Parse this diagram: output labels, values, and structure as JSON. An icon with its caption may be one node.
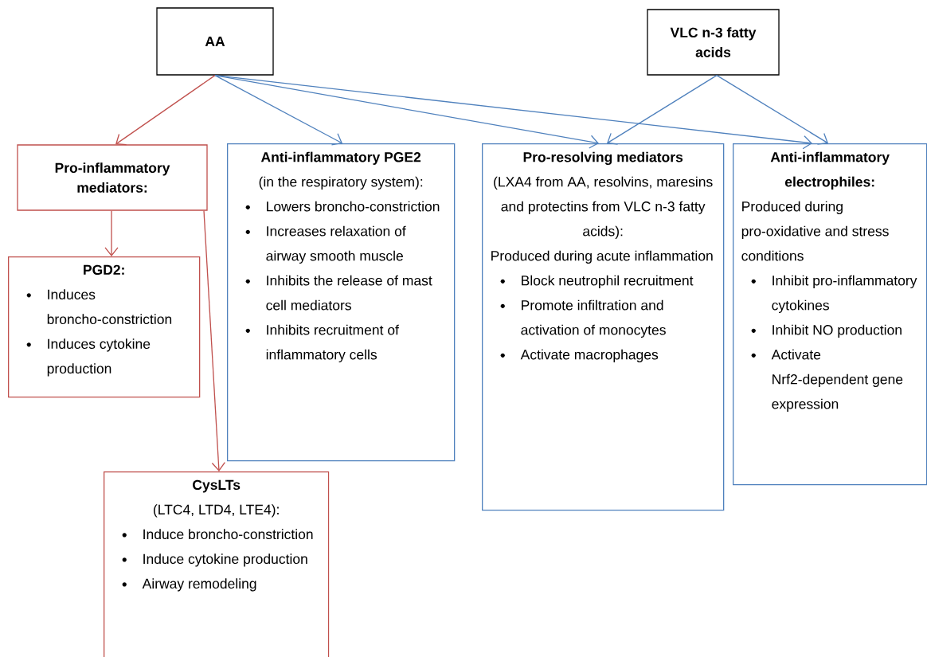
{
  "diagram": {
    "nodes": [
      {
        "text": [
          "AA"
        ]
      },
      {
        "text": [
          "VLC n-3 fatty acids"
        ]
      },
      {
        "text": [
          "Pro-inflammatory mediators:"
        ]
      },
      {
        "text": [
          "Anti-inflammatory PGE2",
          "(in the respiratory system):",
          "Lowers broncho-constriction",
          "Increases relaxation of airway smooth muscle",
          "Inhibits the release of mast cell mediators",
          "Inhibits recruitment of inflammatory cells"
        ]
      },
      {
        "text": [
          "Pro-resolving mediators",
          "(LXA4 from AA, resolvins, maresins and protectins from VLC n-3 fatty acids):",
          "Produced during acute inflammation",
          "Block neutrophil recruitment",
          "Promote infiltration and activation of monocytes",
          "Activate macrophages"
        ]
      },
      {
        "text": [
          "Anti-inflammatory electrophiles:",
          "Produced during pro-oxidative and stress conditions",
          "Inhibit pro-inflammatory cytokines",
          "Inhibit NO production",
          "Activate Nrf2-dependent gene expression"
        ]
      },
      {
        "text": [
          "PGD2:",
          "Induces broncho-constriction",
          "Induces cytokine production"
        ]
      },
      {
        "text": [
          "CysLTs",
          "(LTC4, LTD4, LTE4):",
          "Induce broncho-constriction",
          "Induce cytokine production",
          "Airway remodeling"
        ]
      }
    ],
    "edges": [
      {
        "from": 0,
        "to": 2,
        "arrow": "to",
        "color": "#c0504d"
      },
      {
        "from": 0,
        "to": 3,
        "arrow": "to"
      },
      {
        "from": 0,
        "to": 4,
        "arrow": "to"
      },
      {
        "from": 0,
        "to": 5,
        "arrow": "to"
      },
      {
        "from": 1,
        "to": 4,
        "arrow": "to"
      },
      {
        "from": 1,
        "to": 5,
        "arrow": "to"
      },
      {
        "from": 2,
        "to": 6,
        "arrow": "to",
        "color": "#c0504d"
      },
      {
        "from": 2,
        "to": 7,
        "arrow": "to",
        "color": "#c0504d"
      }
    ]
  }
}
